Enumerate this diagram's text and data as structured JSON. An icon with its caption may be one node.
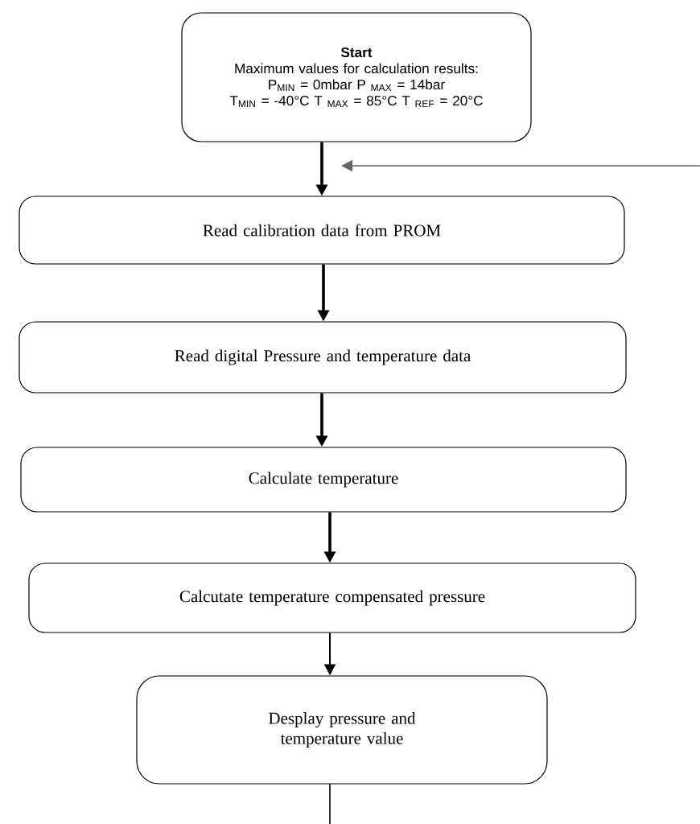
{
  "diagram": {
    "nodes": [
      {
        "text": [
          "Start",
          "Maximum values for calculation results:",
          "P$_{MIN}$ = 0mbar P $_{MAX}$ = 14bar",
          "T$_{MIN}$ = -40°C T $_{MAX}$ = 85°C T $_{REF}$ = 20°C"
        ]
      },
      {
        "text": [
          "Read calibration data from PROM"
        ]
      },
      {
        "text": [
          "Read digital Pressure and temperature data"
        ]
      },
      {
        "text": [
          "Calculate temperature"
        ]
      },
      {
        "text": [
          "Calcutate temperature compensated pressure"
        ]
      },
      {
        "text": [
          "Desplay pressure and temperature value"
        ]
      }
    ],
    "edges": [
      {
        "from": 0,
        "to": 1,
        "arrow": "to"
      },
      {
        "from": null,
        "to": 1,
        "arrow": "to",
        "color": "#666666"
      },
      {
        "from": 1,
        "to": 2,
        "arrow": "to"
      },
      {
        "from": 2,
        "to": 3,
        "arrow": "to"
      },
      {
        "from": 3,
        "to": 4,
        "arrow": "to"
      },
      {
        "from": 4,
        "to": 5,
        "arrow": "to"
      },
      {
        "from": 5,
        "to": null,
        "arrow": "none"
      }
    ]
  }
}
